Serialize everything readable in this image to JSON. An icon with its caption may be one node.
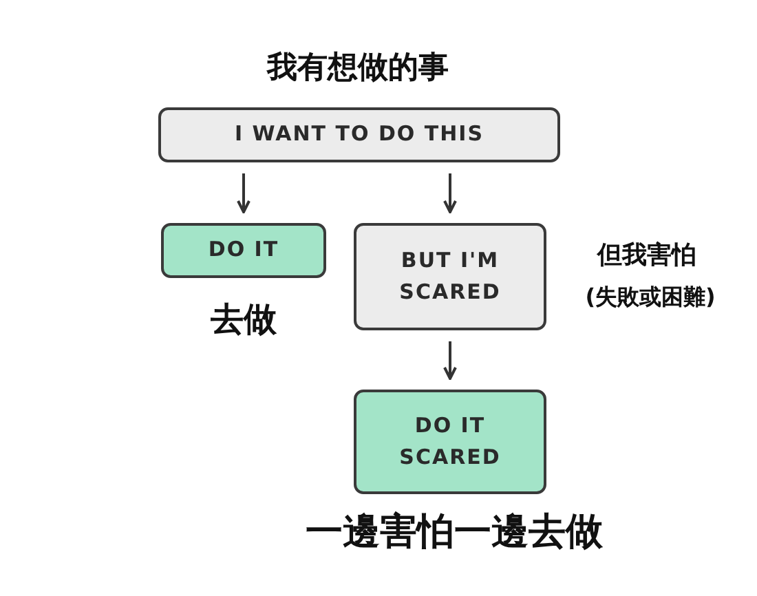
{
  "diagram": {
    "nodes": [
      {
        "text": [
          "I WANT TO DO THIS"
        ],
        "beside": [
          "我有想做的事"
        ]
      },
      {
        "text": [
          "DO IT"
        ],
        "beside": [
          "去做"
        ]
      },
      {
        "text": [
          "BUT I'M SCARED"
        ],
        "beside": [
          "但我害怕",
          "(失敗或困難)"
        ]
      },
      {
        "text": [
          "DO IT SCARED"
        ],
        "beside": [
          "一邊害怕一邊去做"
        ]
      }
    ],
    "edges": [
      {
        "from": 0,
        "to": 1,
        "arrow": "to"
      },
      {
        "from": 0,
        "to": 2,
        "arrow": "to"
      },
      {
        "from": 2,
        "to": 3,
        "arrow": "to"
      }
    ]
  }
}
